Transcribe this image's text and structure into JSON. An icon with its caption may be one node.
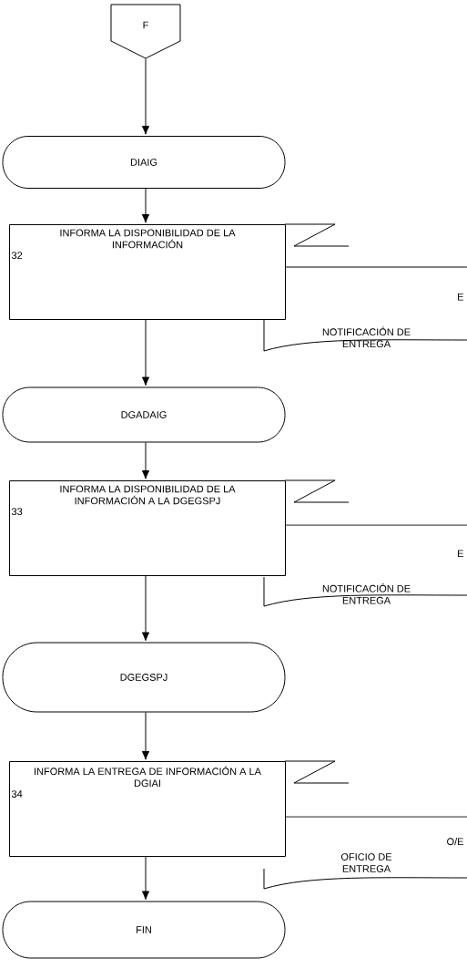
{
  "diagram": {
    "nodes": [
      {
        "text": [
          "F"
        ]
      },
      {
        "text": [
          "DIAIG"
        ]
      },
      {
        "text": [
          "INFORMA LA DISPONIBILIDAD DE LA INFORMACIÓN",
          "32"
        ]
      },
      {
        "text": [
          "E",
          "NOTIFICACIÓN DE ENTREGA"
        ]
      },
      {
        "text": [
          "DGADAIG"
        ]
      },
      {
        "text": [
          "INFORMA LA DISPONIBILIDAD DE LA INFORMACIÓN A LA DGEGSPJ",
          "33"
        ]
      },
      {
        "text": [
          "E",
          "NOTIFICACIÓN DE ENTREGA"
        ]
      },
      {
        "text": [
          "DGEGSPJ"
        ]
      },
      {
        "text": [
          "INFORMA LA ENTREGA DE INFORMACIÓN A LA DGIAI",
          "34"
        ]
      },
      {
        "text": [
          "O/E",
          "OFICIO DE ENTREGA"
        ]
      },
      {
        "text": [
          "FIN"
        ]
      }
    ],
    "edges": [
      {
        "from": 0,
        "to": 1,
        "arrow": "to"
      },
      {
        "from": 1,
        "to": 2,
        "arrow": "to"
      },
      {
        "from": 2,
        "to": 4,
        "arrow": "to"
      },
      {
        "from": 4,
        "to": 5,
        "arrow": "to"
      },
      {
        "from": 5,
        "to": 7,
        "arrow": "to"
      },
      {
        "from": 7,
        "to": 8,
        "arrow": "to"
      },
      {
        "from": 8,
        "to": 10,
        "arrow": "to"
      }
    ]
  }
}
